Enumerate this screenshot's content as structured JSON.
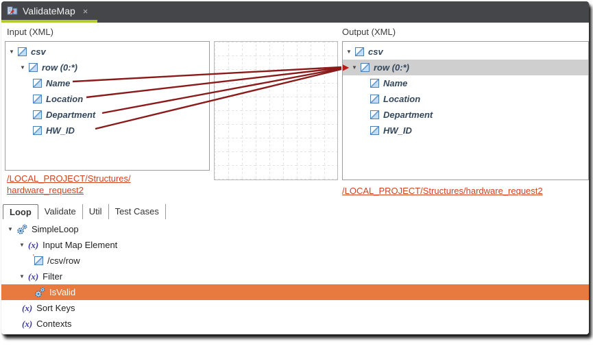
{
  "editor_tab": {
    "title": "ValidateMap"
  },
  "icons": {
    "close": "×",
    "expander": "▼",
    "fx": "(x)",
    "map_arrow": "▶",
    "mini_arrow": "↑"
  },
  "colors": {
    "tab_strip": "#44464a",
    "active_tab_underline": "#b3cb2d",
    "map_line": "#8b1a1a",
    "link_orange": "#d0431f",
    "selection_orange": "#e8793f",
    "tree_label": "#33475c",
    "output_row_highlight": "#cfcfcf"
  },
  "input": {
    "heading_prefix": "Input (",
    "xml_label": "XML",
    "heading_suffix": ")",
    "tree": [
      {
        "label": "csv"
      },
      {
        "label": "row (0:*)"
      },
      {
        "label": "Name"
      },
      {
        "label": "Location"
      },
      {
        "label": "Department"
      },
      {
        "label": "HW_ID"
      }
    ],
    "link_lines": [
      "/LOCAL_PROJECT/Structures/",
      "hardware_request2"
    ]
  },
  "output": {
    "heading_prefix": "Output (",
    "xml_label": "XML",
    "heading_suffix": ")",
    "tree": [
      {
        "label": "csv"
      },
      {
        "label": "row (0:*)"
      },
      {
        "label": "Name"
      },
      {
        "label": "Location"
      },
      {
        "label": "Department"
      },
      {
        "label": "HW_ID"
      }
    ],
    "link": "/LOCAL_PROJECT/Structures/hardware_request2"
  },
  "bottom_tabs": [
    {
      "label": "Loop"
    },
    {
      "label": "Validate"
    },
    {
      "label": "Util"
    },
    {
      "label": "Test Cases"
    }
  ],
  "loop_tree": [
    {
      "label": "SimpleLoop"
    },
    {
      "label": "Input Map Element"
    },
    {
      "label": "/csv/row"
    },
    {
      "label": "Filter"
    },
    {
      "label": "IsValid"
    },
    {
      "label": "Sort Keys"
    },
    {
      "label": "Contexts"
    }
  ]
}
